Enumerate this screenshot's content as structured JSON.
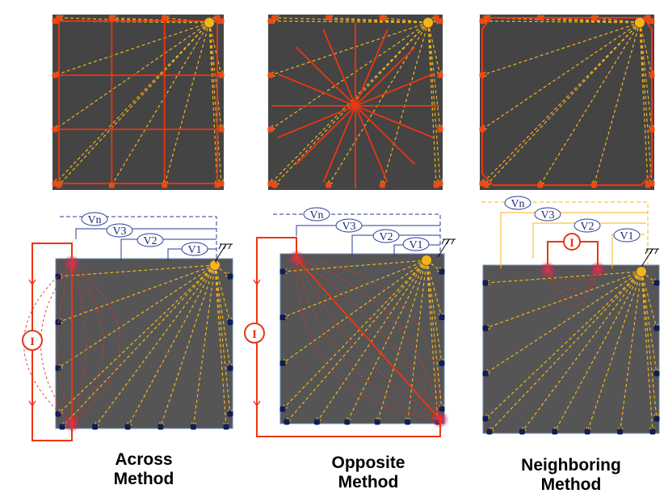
{
  "methods": [
    {
      "name": "Across",
      "caption_line1": "Across",
      "caption_line2": "Method"
    },
    {
      "name": "Opposite",
      "caption_line1": "Opposite",
      "caption_line2": "Method"
    },
    {
      "name": "Neighboring",
      "caption_line1": "Neighboring",
      "caption_line2": "Method"
    }
  ],
  "voltage_labels": [
    "Vn",
    "V3",
    "V2",
    "V1"
  ],
  "current_label": "I",
  "colors": {
    "panel": "#444444",
    "current_path": "#f0340f",
    "measurement": "#f5b418",
    "electrode_top": "#ee4a14",
    "electrode_bottom": "#0d1e5a",
    "wire_blue": "#2a3a9a",
    "wire_orange": "#f5b418"
  }
}
